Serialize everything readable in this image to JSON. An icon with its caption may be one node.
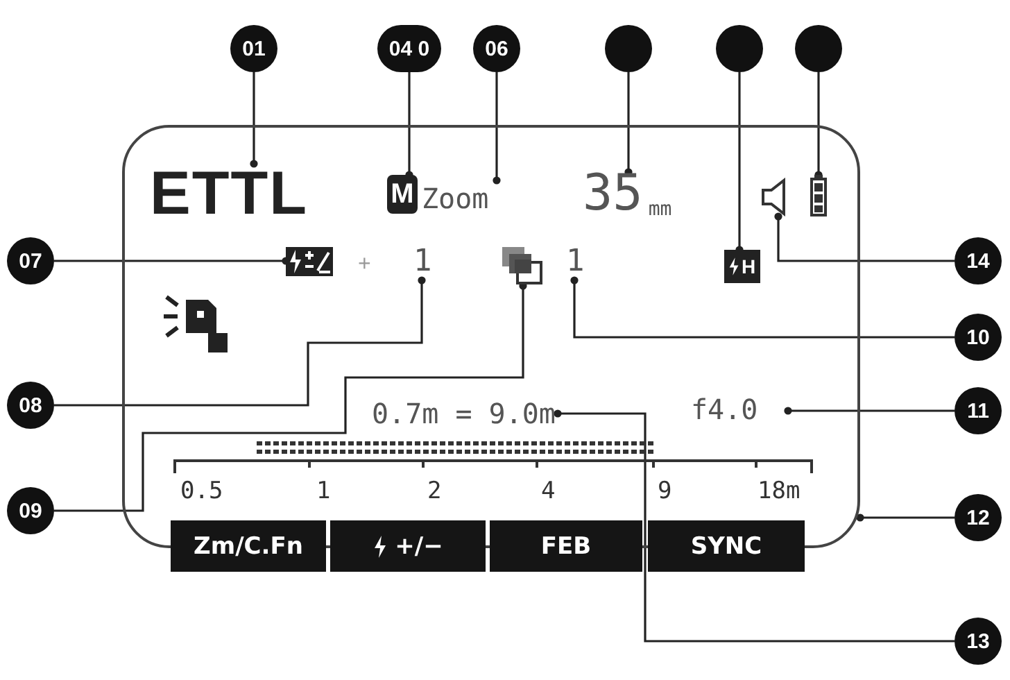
{
  "diagram": {
    "nodes": [
      {
        "text": [
          "01"
        ]
      },
      {
        "text": [
          "04 0"
        ]
      },
      {
        "text": [
          "06"
        ]
      },
      {
        "text": [],
        "shape": "circle"
      },
      {
        "text": [],
        "shape": "circle"
      },
      {
        "text": [],
        "shape": "circle"
      },
      {
        "text": [
          "07"
        ]
      },
      {
        "text": [
          "08"
        ]
      },
      {
        "text": [
          "09"
        ]
      },
      {
        "text": [
          "14"
        ]
      },
      {
        "text": [
          "10"
        ]
      },
      {
        "text": [
          "11"
        ]
      },
      {
        "text": [
          "12"
        ]
      },
      {
        "text": [
          "13"
        ]
      },
      {
        "text": [],
        "shape": "box"
      },
      {
        "text": [
          "ETTL"
        ],
        "in": 14
      },
      {
        "text": [
          "M"
        ],
        "in": 14
      },
      {
        "text": [
          "Zoom"
        ],
        "in": 14
      },
      {
        "text": [
          "35",
          "mm"
        ],
        "in": 14
      },
      {
        "text": [],
        "shape": "speaker",
        "in": 14
      },
      {
        "text": [],
        "shape": "battery",
        "in": 14
      },
      {
        "text": [],
        "shape": "box",
        "in": 14
      },
      {
        "text": [
          "1"
        ],
        "in": 14
      },
      {
        "text": [],
        "shape": "picture",
        "in": 14
      },
      {
        "text": [
          "1"
        ],
        "in": 14
      },
      {
        "text": [
          "H"
        ],
        "in": 14
      },
      {
        "text": [
          "0.7m = 9.0m"
        ],
        "in": 14
      },
      {
        "text": [
          "f4.0"
        ],
        "in": 14
      }
    ],
    "edges": [
      {
        "from": 0,
        "to": 15,
        "arrow": "other"
      },
      {
        "from": 1,
        "to": 16,
        "arrow": "other"
      },
      {
        "from": 2,
        "to": 17,
        "arrow": "other"
      },
      {
        "from": 3,
        "to": 18,
        "arrow": "other"
      },
      {
        "from": 4,
        "to": 25,
        "arrow": "other"
      },
      {
        "from": 5,
        "to": 20,
        "arrow": "other"
      },
      {
        "from": 6,
        "to": 21,
        "arrow": "other"
      },
      {
        "from": 7,
        "to": 22,
        "arrow": "other"
      },
      {
        "from": 8,
        "to": 23,
        "arrow": "other"
      },
      {
        "from": 9,
        "to": 19,
        "arrow": "other"
      },
      {
        "from": 10,
        "to": 24,
        "arrow": "other"
      },
      {
        "from": 11,
        "to": 27,
        "arrow": "other"
      },
      {
        "from": 12,
        "to": 14,
        "arrow": "other"
      },
      {
        "from": 13,
        "to": 26,
        "arrow": "other"
      }
    ],
    "labels": [
      "+",
      "0.5",
      "1",
      "2",
      "4",
      "9",
      "18m",
      "Zm/C.Fn",
      "+/−",
      "FEB",
      "SYNC"
    ]
  }
}
